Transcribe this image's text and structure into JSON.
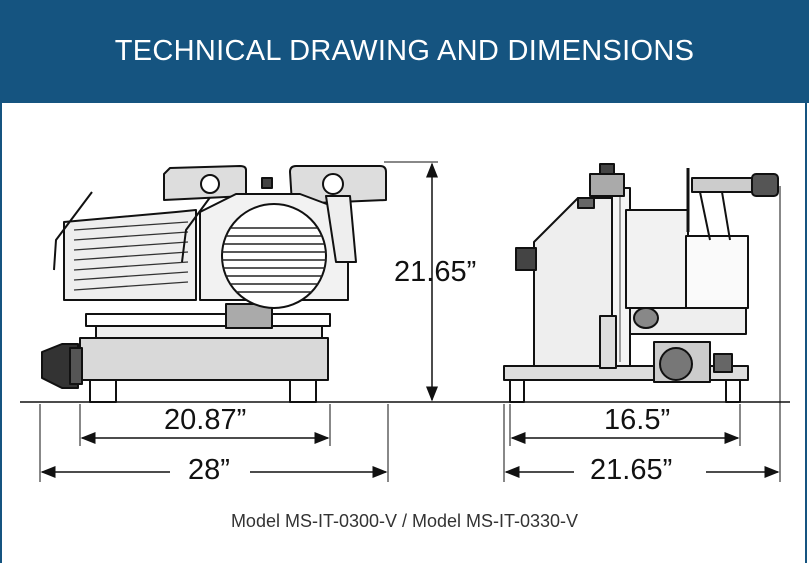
{
  "header": {
    "title": "TECHNICAL DRAWING AND DIMENSIONS"
  },
  "dimensions": {
    "height": "21.65”",
    "front_base_width": "20.87”",
    "front_overall_width": "28”",
    "side_base_depth": "16.5”",
    "side_overall_depth": "21.65”"
  },
  "caption": "Model MS-IT-0300-V / Model MS-IT-0330-V",
  "colors": {
    "header": "#155480",
    "line": "#111111"
  }
}
